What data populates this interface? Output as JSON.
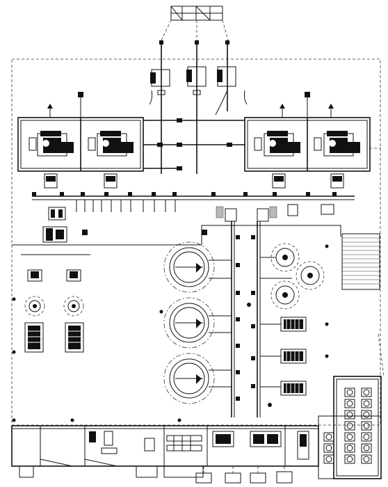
{
  "drawing": {
    "colors": {
      "line": "#111111",
      "background": "#ffffff",
      "accent_grey": "#b8b8b8"
    },
    "sections": [
      "top-equipment-frame",
      "north-header-units",
      "generator-bay-left",
      "generator-bay-right",
      "main-header-line",
      "tank-hall",
      "south-utility-wing",
      "southeast-annex"
    ]
  }
}
